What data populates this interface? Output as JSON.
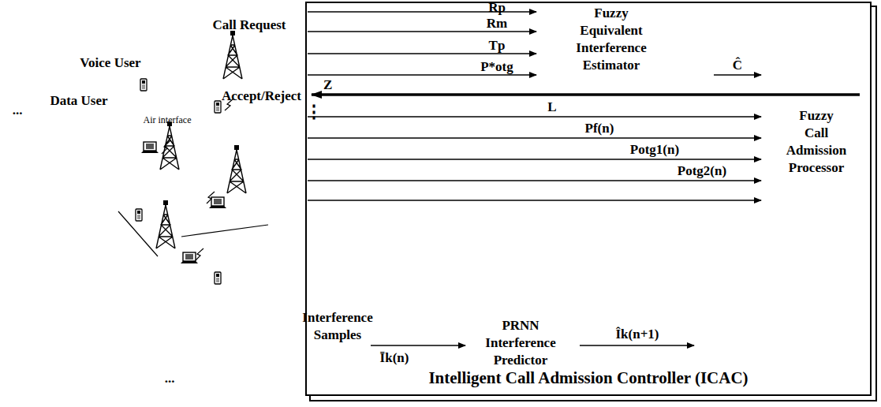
{
  "diagram": {
    "nodes": [
      {
        "text": [
          "Intelligent Call Admission Controller (ICAC)"
        ]
      }
    ],
    "labels": [
      "Rp",
      "Rm",
      "Tp",
      "P*otg",
      "Ĉ",
      "Z",
      "Accept/Reject",
      "L",
      "Pf(n)",
      "Potg1(n)",
      "Potg2(n)",
      "Call Request",
      "Interference Samples",
      "Īk(n)",
      "Îk(n+1)",
      "Voice User",
      "Data User",
      "Air interface",
      "⋮",
      "...",
      "...",
      "Fuzzy Equivalent Interference Estimator",
      "Fuzzy Call Admission Processor",
      "PRNN Interference Predictor"
    ]
  }
}
